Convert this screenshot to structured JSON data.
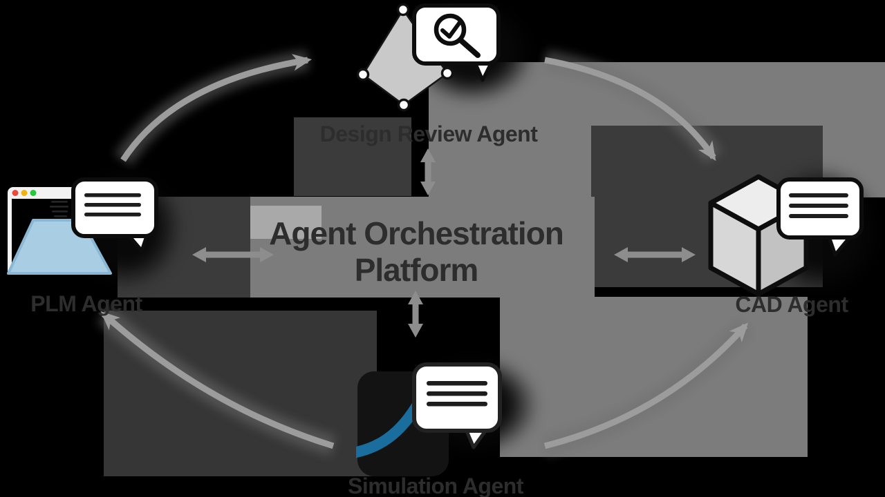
{
  "diagram": {
    "title": {
      "line1": "Agent Orchestration",
      "line2": "Platform"
    },
    "agents": {
      "design_review": {
        "label": "Design Review Agent",
        "icon": "polygon-sketch-review-bubble-icon"
      },
      "plm": {
        "label": "PLM Agent",
        "icon": "window-folder-chat-bubble-icon"
      },
      "cad": {
        "label": "CAD Agent",
        "icon": "cube-chat-bubble-icon"
      },
      "simulation": {
        "label": "Simulation Agent",
        "icon": "signal-curve-chat-bubble-icon"
      }
    },
    "colors": {
      "background": "#000000",
      "label_text": "#2d2d2d",
      "arrow_gray": "#9c9c9c",
      "connector_gray": "#8d8d8d",
      "folder_blue": "#a9cde2",
      "simulation_blue": "#1a6e9e",
      "traffic_red": "#e74c3c",
      "traffic_yellow": "#f1b40f",
      "traffic_green": "#27c93f",
      "bubble_white": "#ffffff",
      "bubble_outline": "#0d0d0d",
      "sketch_gray": "#c9c9c9"
    }
  }
}
